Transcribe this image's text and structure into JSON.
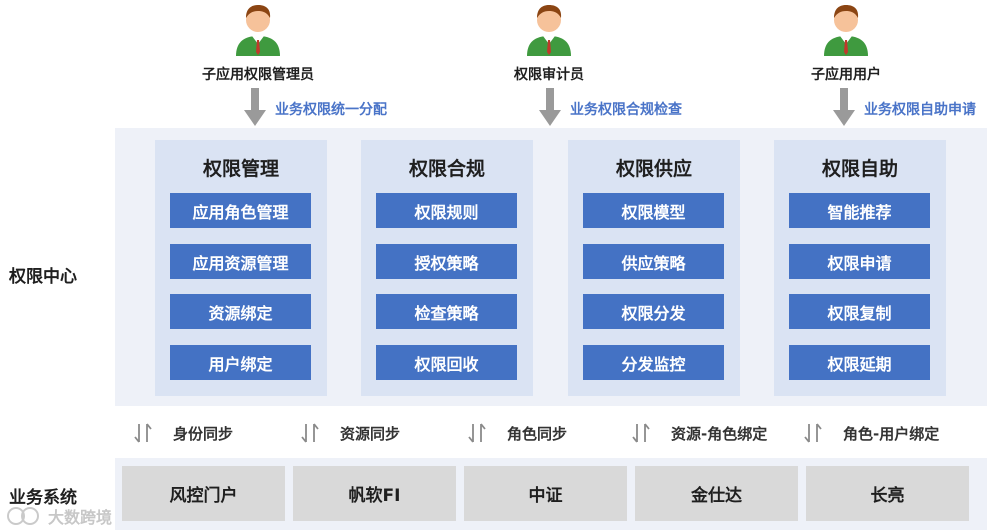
{
  "roles": [
    {
      "label": "子应用权限管理员",
      "flow": "业务权限统一分配"
    },
    {
      "label": "权限审计员",
      "flow": "业务权限合规检查"
    },
    {
      "label": "子应用用户",
      "flow": "业务权限自助申请"
    }
  ],
  "center": {
    "label": "权限中心",
    "modules": [
      {
        "title": "权限管理",
        "items": [
          "应用角色管理",
          "应用资源管理",
          "资源绑定",
          "用户绑定"
        ]
      },
      {
        "title": "权限合规",
        "items": [
          "权限规则",
          "授权策略",
          "检查策略",
          "权限回收"
        ]
      },
      {
        "title": "权限供应",
        "items": [
          "权限模型",
          "供应策略",
          "权限分发",
          "分发监控"
        ]
      },
      {
        "title": "权限自助",
        "items": [
          "智能推荐",
          "权限申请",
          "权限复制",
          "权限延期"
        ]
      }
    ]
  },
  "sync": [
    "身份同步",
    "资源同步",
    "角色同步",
    "资源-角色绑定",
    "角色-用户绑定"
  ],
  "business": {
    "label": "业务系统",
    "systems": [
      "风控门户",
      "帆软FI",
      "中证",
      "金仕达",
      "长亮"
    ]
  },
  "watermark": "大数跨境",
  "colors": {
    "accent": "#4472c4",
    "flow_text": "#4a74c8",
    "band": "#eef1f8",
    "module_bg": "#dae3f3",
    "system_bg": "#d9d9d9"
  }
}
